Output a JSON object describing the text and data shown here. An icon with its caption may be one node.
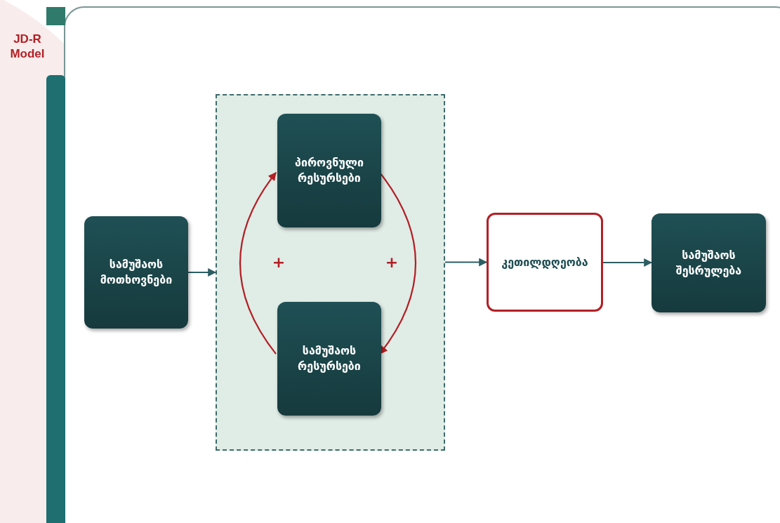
{
  "diagram": {
    "title": "JD-R Model",
    "nodes": [
      {
        "text": [
          "სამუშაოს მოთხოვნები"
        ]
      },
      {
        "text": [],
        "shape": "box"
      },
      {
        "text": [
          "პიროვნული რესურსები"
        ],
        "in": 1
      },
      {
        "text": [
          "სამუშაოს რესურსები"
        ],
        "in": 1
      },
      {
        "text": [
          "კეთილდღეობა"
        ]
      },
      {
        "text": [
          "სამუშაოს შესრულება"
        ]
      }
    ],
    "edges": [
      {
        "from": 0,
        "to": 1,
        "arrow": "to"
      },
      {
        "from": 3,
        "to": 2,
        "arrow": "to",
        "color": "#b22025"
      },
      {
        "from": 2,
        "to": 3,
        "arrow": "to",
        "color": "#b22025"
      },
      {
        "from": 1,
        "to": 4,
        "arrow": "to"
      },
      {
        "from": 4,
        "to": 5,
        "arrow": "to"
      }
    ],
    "labels": [
      "+",
      "+"
    ]
  }
}
